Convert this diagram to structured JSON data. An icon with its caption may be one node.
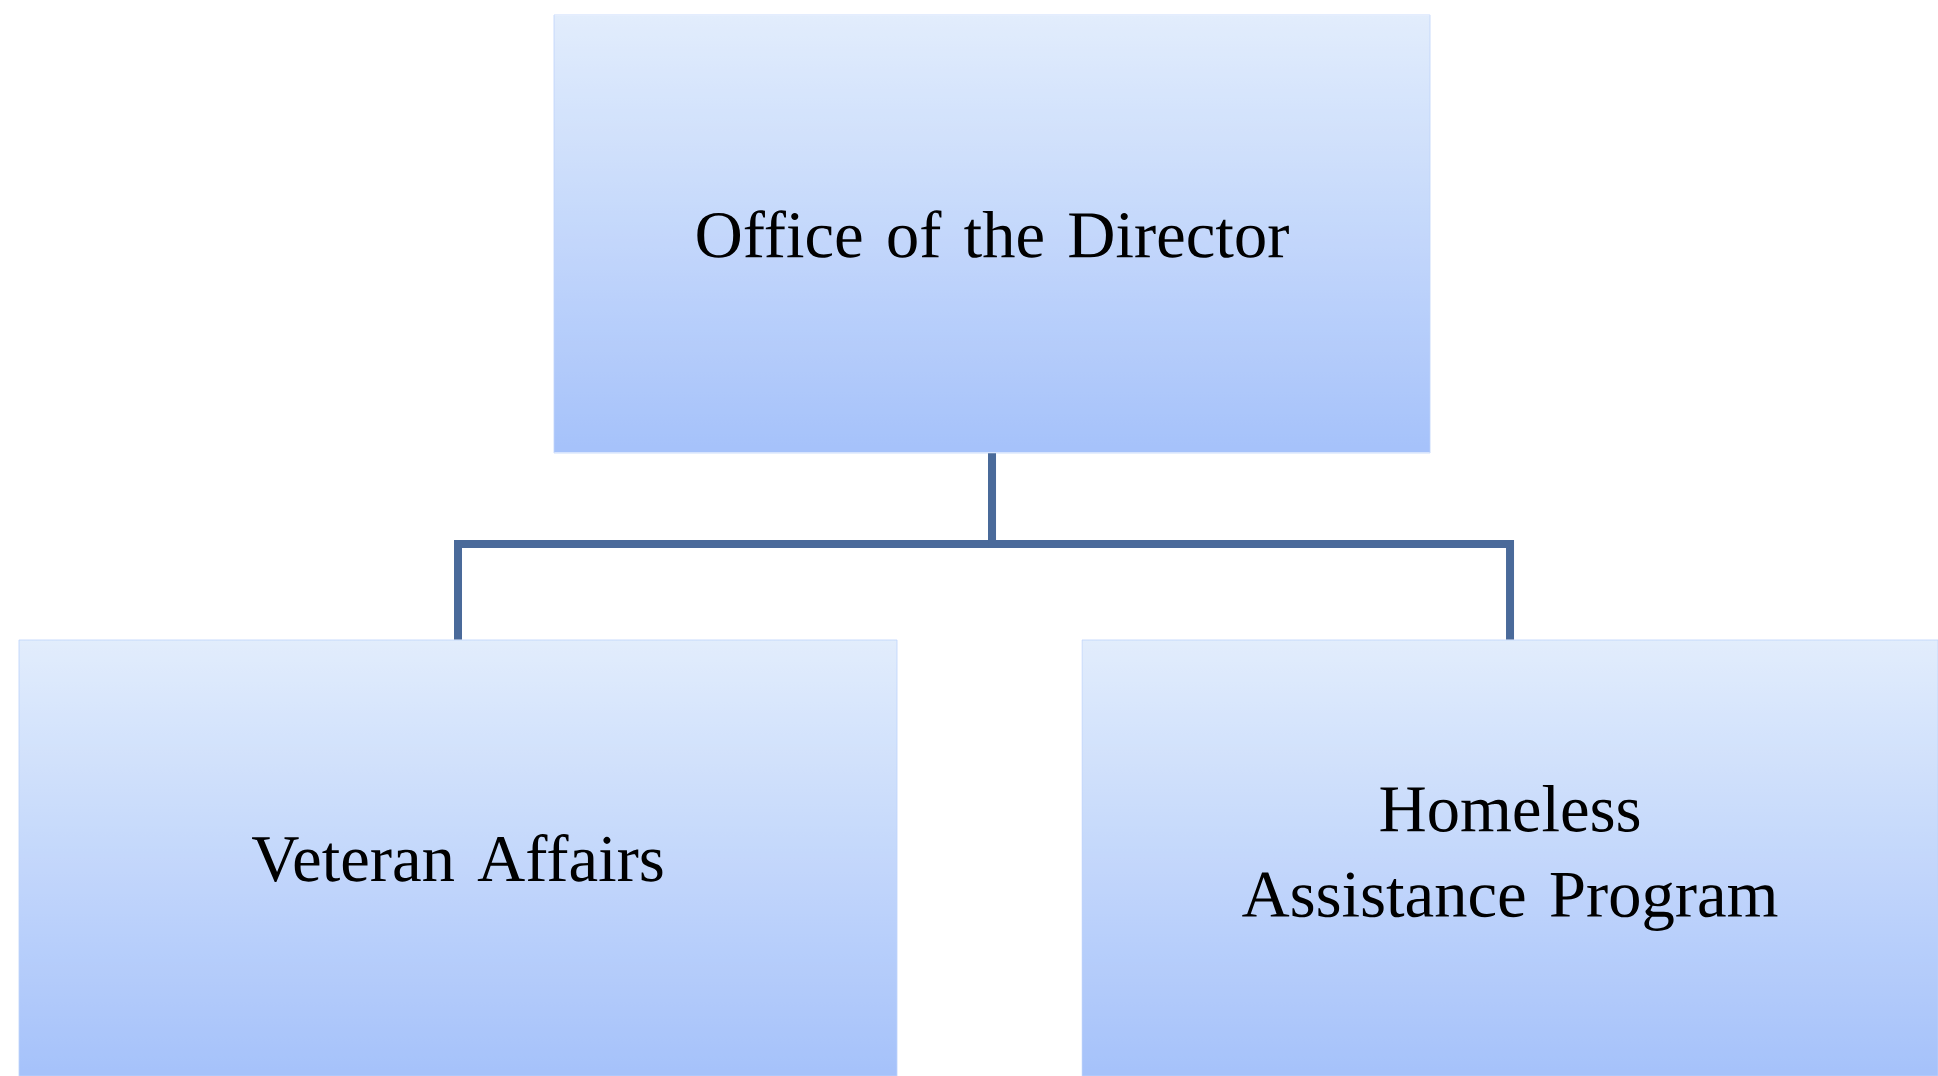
{
  "diagram": {
    "nodes": [
      {
        "text": [
          "Office of the Director"
        ]
      },
      {
        "text": [
          "Veteran Affairs"
        ]
      },
      {
        "text": [
          "Homeless Assistance Program"
        ]
      }
    ],
    "edges": [
      {
        "from": 0,
        "to": 1,
        "arrow": "none"
      },
      {
        "from": 0,
        "to": 2,
        "arrow": "none"
      }
    ]
  }
}
